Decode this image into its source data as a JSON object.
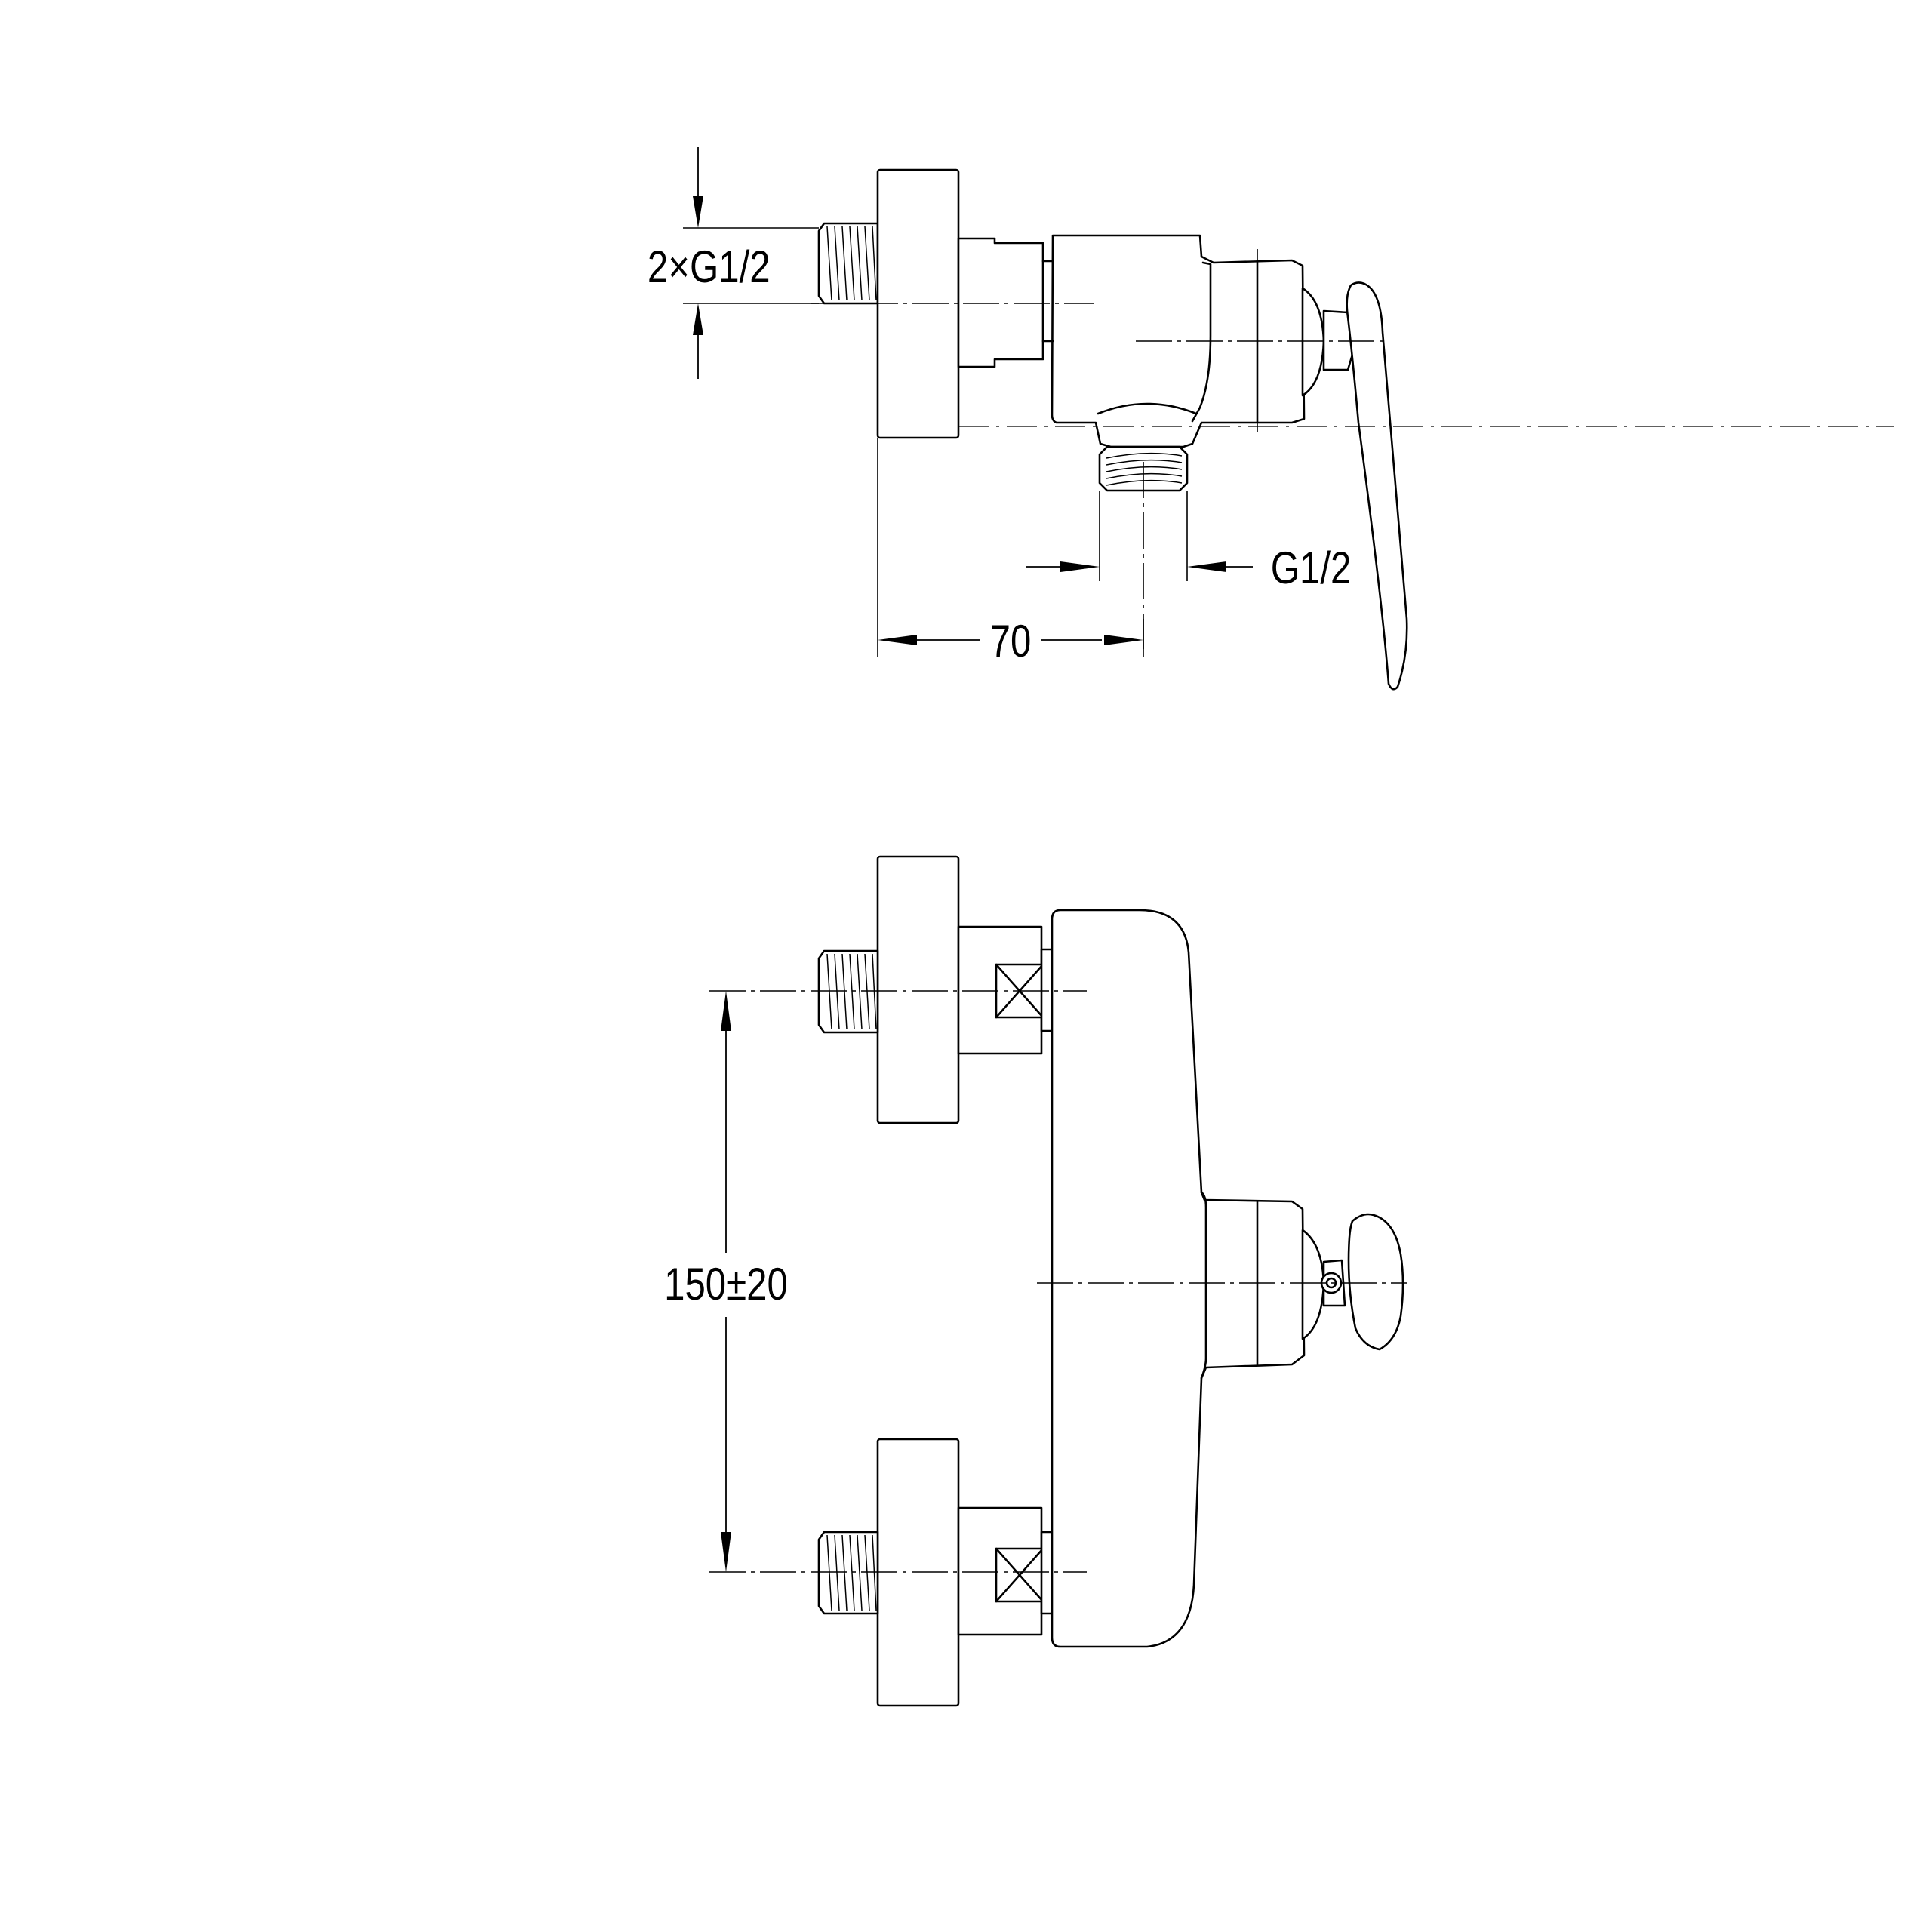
{
  "side_view": {
    "inlet_thread_label": "2×G1/2",
    "outlet_thread_label": "G1/2",
    "projection_label": "70"
  },
  "front_view": {
    "inlet_spacing_label": "150±20"
  }
}
